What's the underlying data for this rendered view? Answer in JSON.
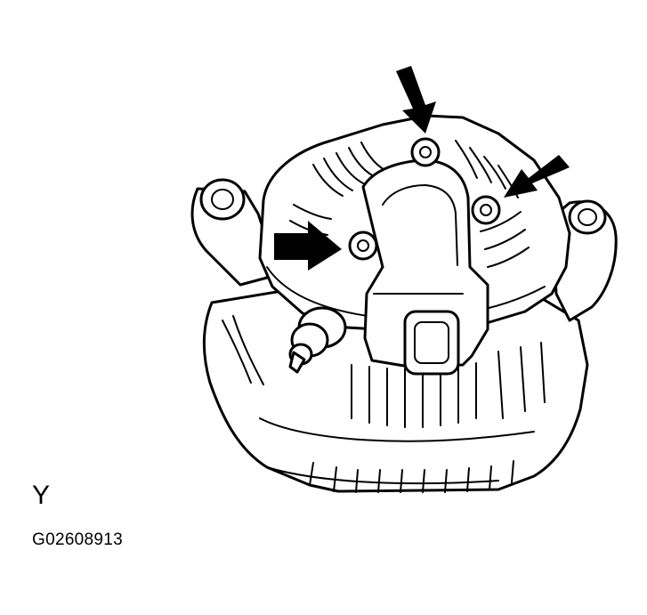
{
  "figure": {
    "view_label": "Y",
    "figure_code": "G02608913"
  },
  "colors": {
    "line": "#000000",
    "background": "#ffffff"
  },
  "callouts": {
    "arrow_count": 3,
    "points_to": "bolts"
  }
}
